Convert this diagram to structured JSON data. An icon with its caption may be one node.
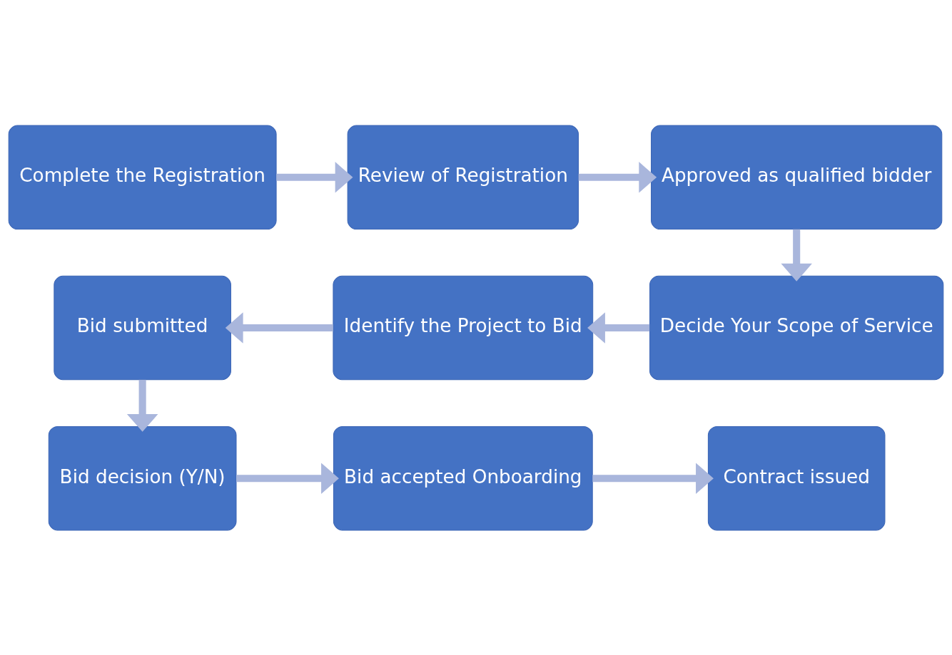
{
  "diagram": {
    "nodes": [
      {
        "text": [
          "Complete the Registration"
        ]
      },
      {
        "text": [
          "Review of Registration"
        ]
      },
      {
        "text": [
          "Approved as qualified bidder"
        ]
      },
      {
        "text": [
          "Decide Your Scope of Service"
        ]
      },
      {
        "text": [
          "Identify the Project to Bid"
        ]
      },
      {
        "text": [
          "Bid submitted"
        ]
      },
      {
        "text": [
          "Bid decision (Y/N)"
        ]
      },
      {
        "text": [
          "Bid accepted Onboarding"
        ]
      },
      {
        "text": [
          "Contract issued"
        ]
      }
    ],
    "edges": [
      {
        "from": 0,
        "to": 1,
        "arrow": "to"
      },
      {
        "from": 1,
        "to": 2,
        "arrow": "to"
      },
      {
        "from": 2,
        "to": 3,
        "arrow": "to"
      },
      {
        "from": 3,
        "to": 4,
        "arrow": "to"
      },
      {
        "from": 4,
        "to": 5,
        "arrow": "to"
      },
      {
        "from": 5,
        "to": 6,
        "arrow": "to"
      },
      {
        "from": 6,
        "to": 7,
        "arrow": "to"
      },
      {
        "from": 7,
        "to": 8,
        "arrow": "to"
      }
    ]
  }
}
